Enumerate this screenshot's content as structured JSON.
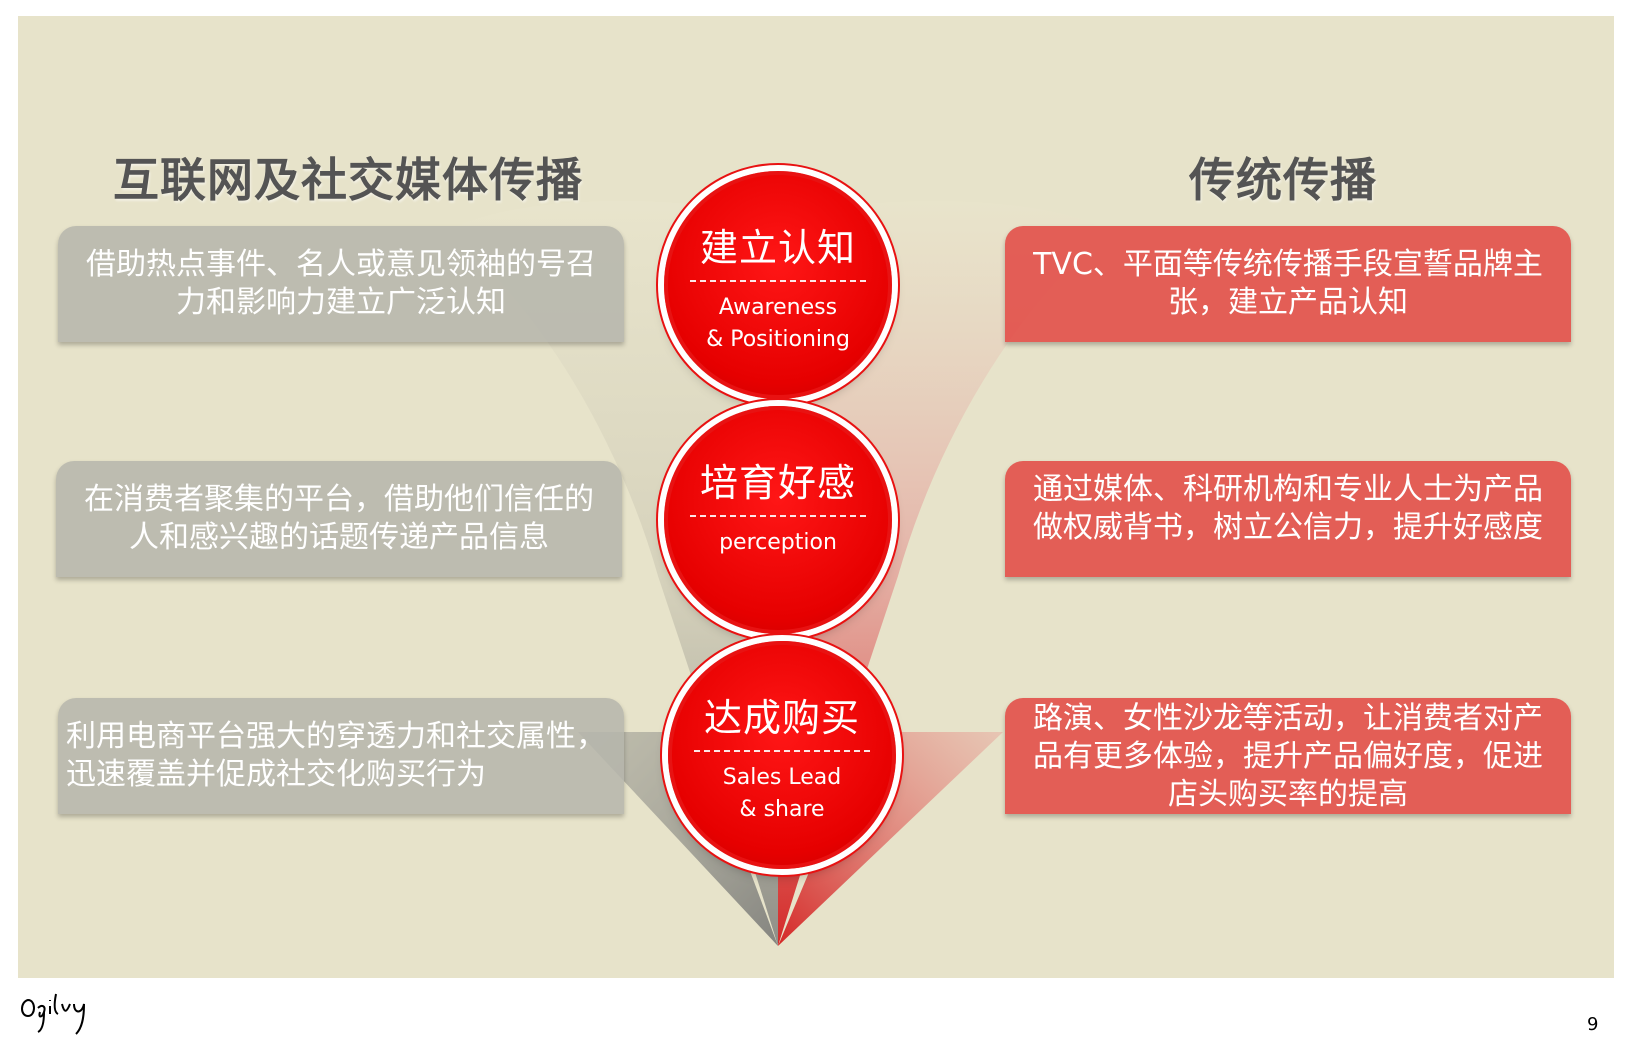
{
  "headings": {
    "left": "互联网及社交媒体传播",
    "right": "传统传播"
  },
  "left_boxes": [
    "借助热点事件、名人或意见领袖的号召力和影响力建立广泛认知",
    "在消费者聚集的平台，借助他们信任的人和感兴趣的话题传递产品信息",
    "利用电商平台强大的穿透力和社交属性，迅速覆盖并促成社交化购买行为"
  ],
  "right_boxes": [
    "TVC、平面等传统传播手段宣誓品牌主张，建立产品认知",
    "通过媒体、科研机构和专业人士为产品做权威背书，树立公信力，提升好感度",
    "路演、女性沙龙等活动，让消费者对产品有更多体验，提升产品偏好度，促进店头购买率的提高"
  ],
  "stages": [
    {
      "title": "建立认知",
      "sub1": "Awareness",
      "sub2": "& Positioning"
    },
    {
      "title": "培育好感",
      "sub1": "perception",
      "sub2": ""
    },
    {
      "title": "达成购买",
      "sub1": "Sales Lead",
      "sub2": "& share"
    }
  ],
  "footer": {
    "logo_text": "Ogilvy",
    "page_number": "9"
  },
  "colors": {
    "background": "#e7e3ca",
    "accent_red": "#e60000",
    "grey_box": "#b5b5ac",
    "red_box": "#e24642"
  }
}
